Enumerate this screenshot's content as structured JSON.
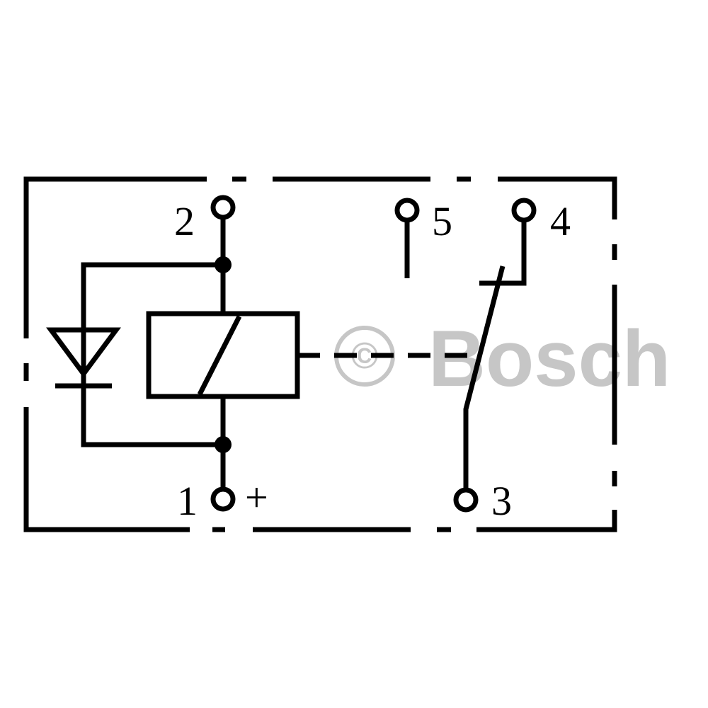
{
  "diagram": {
    "terminals": [
      {
        "id": "1",
        "label": "1",
        "polarity": "+"
      },
      {
        "id": "2",
        "label": "2"
      },
      {
        "id": "3",
        "label": "3"
      },
      {
        "id": "4",
        "label": "4"
      },
      {
        "id": "5",
        "label": "5"
      }
    ],
    "components": [
      "relay-coil",
      "diode",
      "changeover-switch"
    ],
    "watermark": {
      "text": "Bosch",
      "symbol": "©"
    },
    "colors": {
      "line": "#000000",
      "watermark": "#c6c6c6"
    }
  }
}
